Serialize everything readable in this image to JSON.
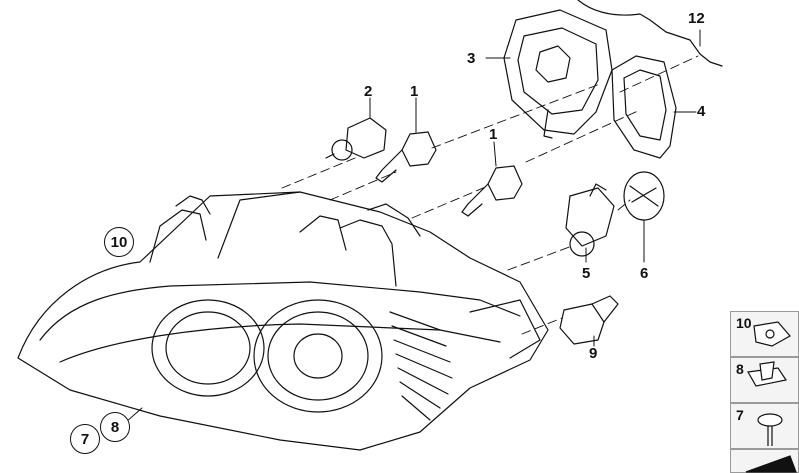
{
  "callouts": {
    "c1a": "1",
    "c1b": "1",
    "c2": "2",
    "c3": "3",
    "c4": "4",
    "c5": "5",
    "c6": "6",
    "c7": "7",
    "c8": "8",
    "c9": "9",
    "c10": "10",
    "c12": "12"
  },
  "panels": [
    {
      "label": "10"
    },
    {
      "label": "8"
    },
    {
      "label": "7"
    },
    {
      "label": ""
    }
  ],
  "colors": {
    "line": "#111111",
    "panel_bg": "#f4f4f4",
    "panel_border": "#9a9a9a",
    "accent": "#000000"
  }
}
